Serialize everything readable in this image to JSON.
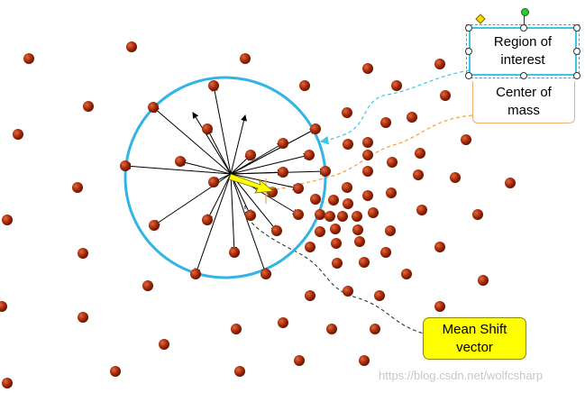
{
  "labels": {
    "roi": "Region of interest",
    "com": "Center of mass",
    "meanshift": "Mean Shift vector"
  },
  "watermark": "https://blog.csdn.net/wolfcsharp",
  "colors": {
    "point": "#a52a0a",
    "circle": "#32b4e6",
    "shift_vector": "#ffff00",
    "roi_leader": "#3cc8e6",
    "com_leader": "#f0a040",
    "ms_leader": "#333333"
  }
}
